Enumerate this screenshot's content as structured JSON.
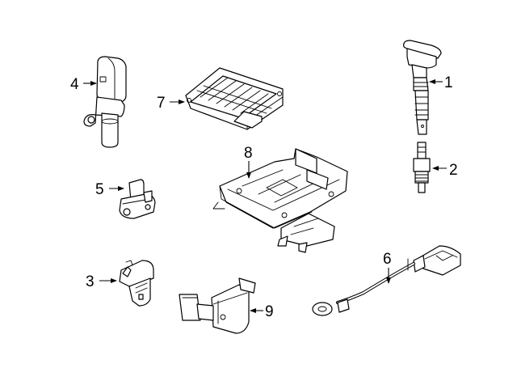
{
  "parts": [
    {
      "id": "1",
      "label": "1",
      "icon": "ignition-coil-icon"
    },
    {
      "id": "2",
      "label": "2",
      "icon": "spark-plug-icon"
    },
    {
      "id": "3",
      "label": "3",
      "icon": "map-sensor-icon"
    },
    {
      "id": "4",
      "label": "4",
      "icon": "camshaft-sensor-icon"
    },
    {
      "id": "5",
      "label": "5",
      "icon": "crankshaft-sensor-icon"
    },
    {
      "id": "6",
      "label": "6",
      "icon": "knock-sensor-icon"
    },
    {
      "id": "7",
      "label": "7",
      "icon": "ecm-module-icon"
    },
    {
      "id": "8",
      "label": "8",
      "icon": "ecm-bracket-icon"
    },
    {
      "id": "9",
      "label": "9",
      "icon": "relay-bracket-icon"
    }
  ]
}
